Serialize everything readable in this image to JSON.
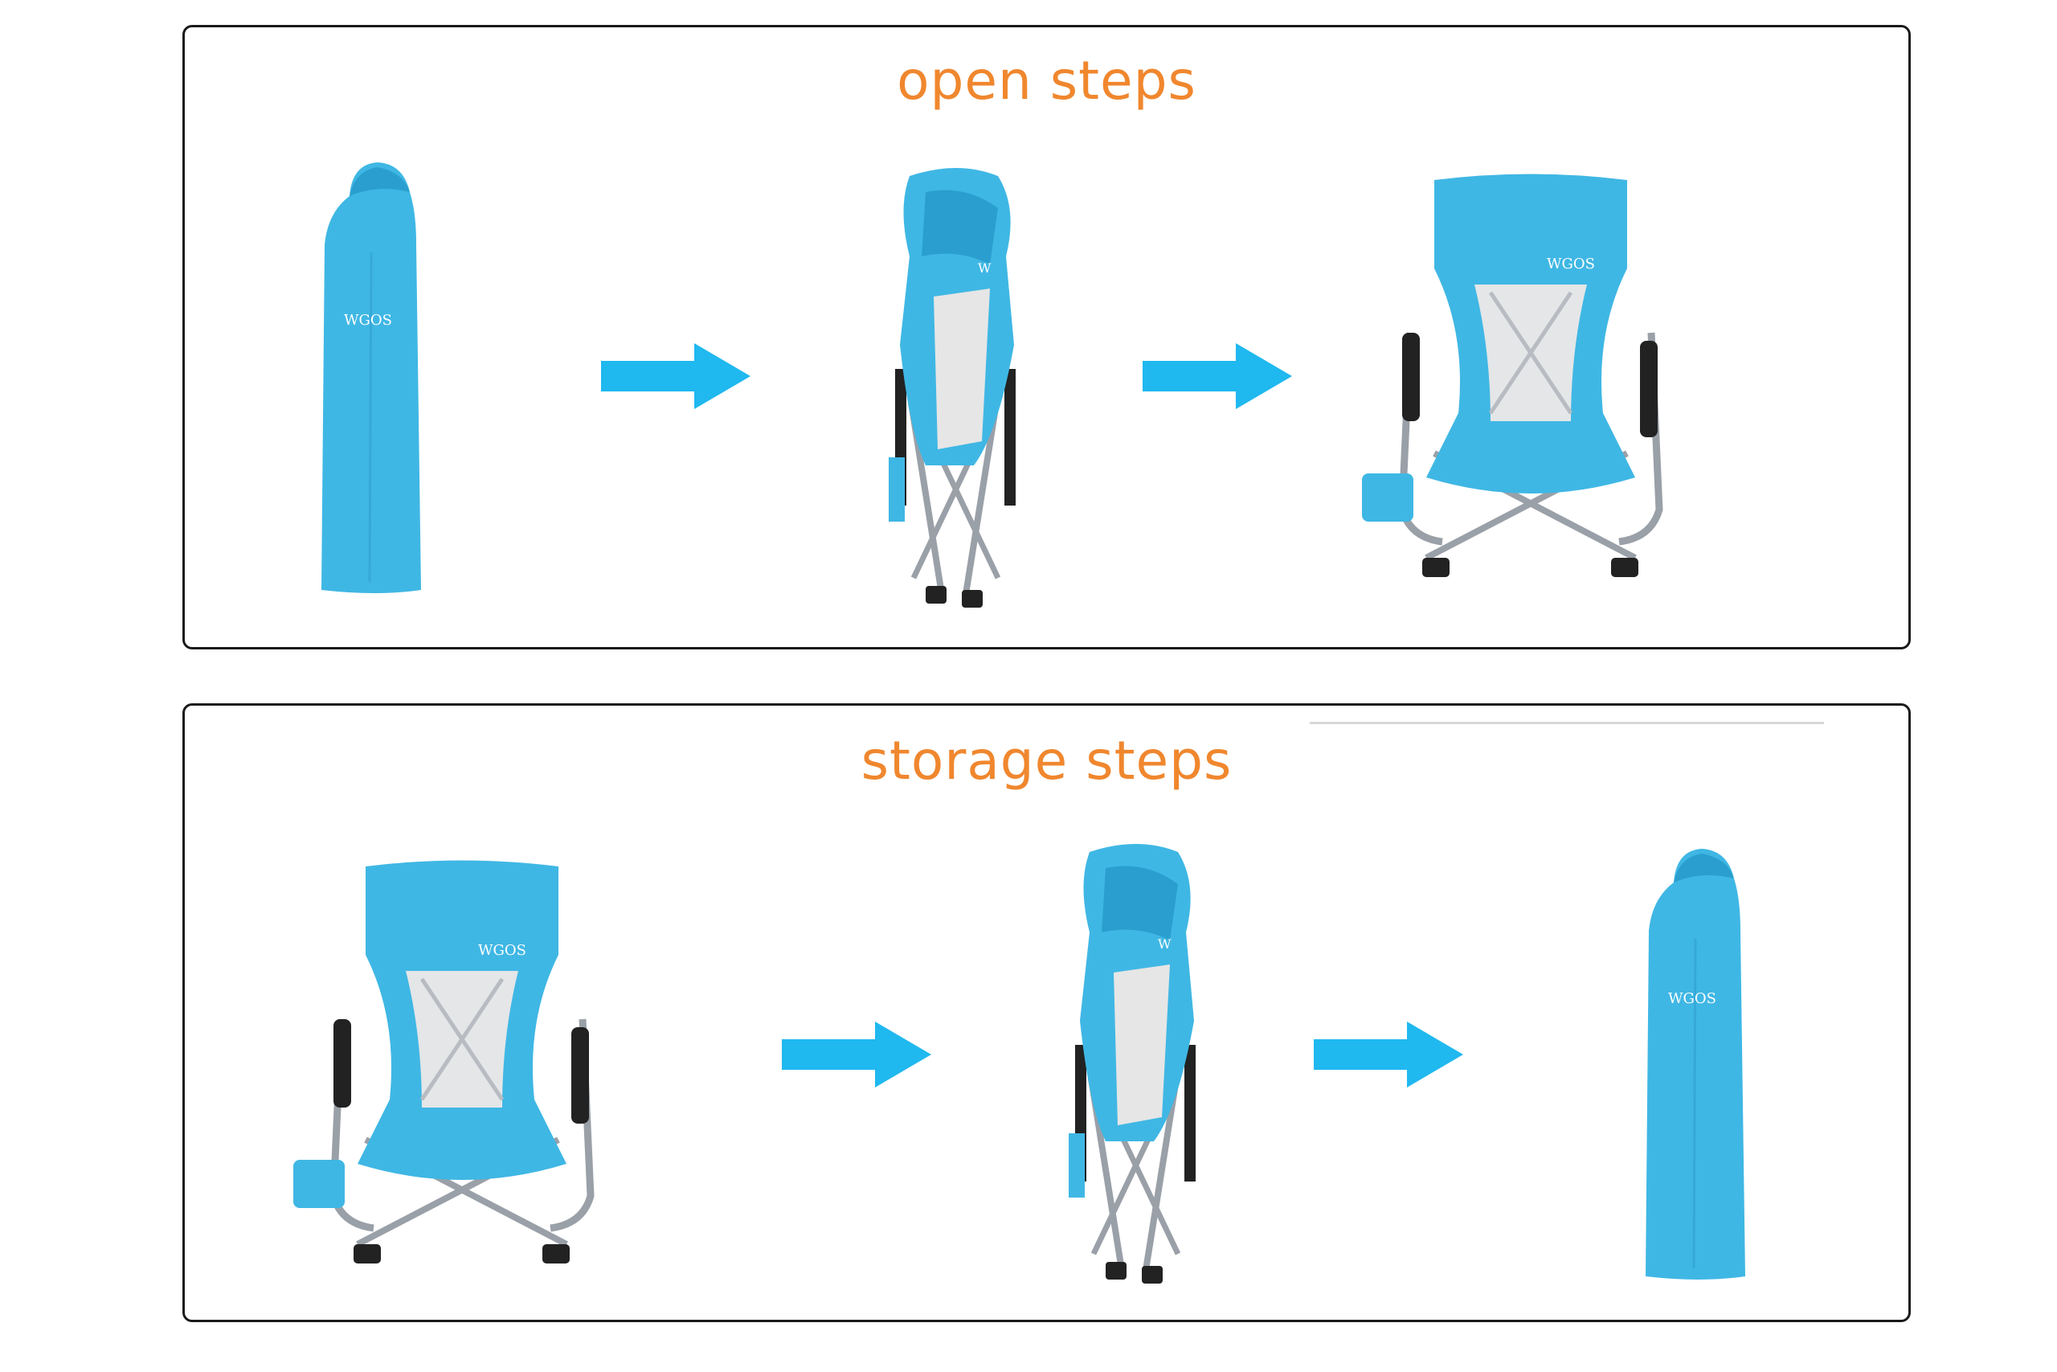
{
  "open_section": {
    "title": "open steps",
    "steps": [
      {
        "state": "bag",
        "brand": "WGOS"
      },
      {
        "state": "folded-chair",
        "brand": "W"
      },
      {
        "state": "open-chair",
        "brand": "WGOS"
      }
    ]
  },
  "storage_section": {
    "title": "storage steps",
    "steps": [
      {
        "state": "open-chair",
        "brand": "WGOS"
      },
      {
        "state": "folded-chair",
        "brand": "W"
      },
      {
        "state": "bag",
        "brand": "WGOS"
      }
    ]
  },
  "icons": {
    "arrow": "arrow-right-icon"
  },
  "colors": {
    "title": "#f0872e",
    "fabric": "#3fb7e4",
    "fabric_dark": "#2a9fcf",
    "arrow": "#1fb8ef",
    "frame": "#9aa0a8",
    "panel_border": "#1a1a1a"
  }
}
